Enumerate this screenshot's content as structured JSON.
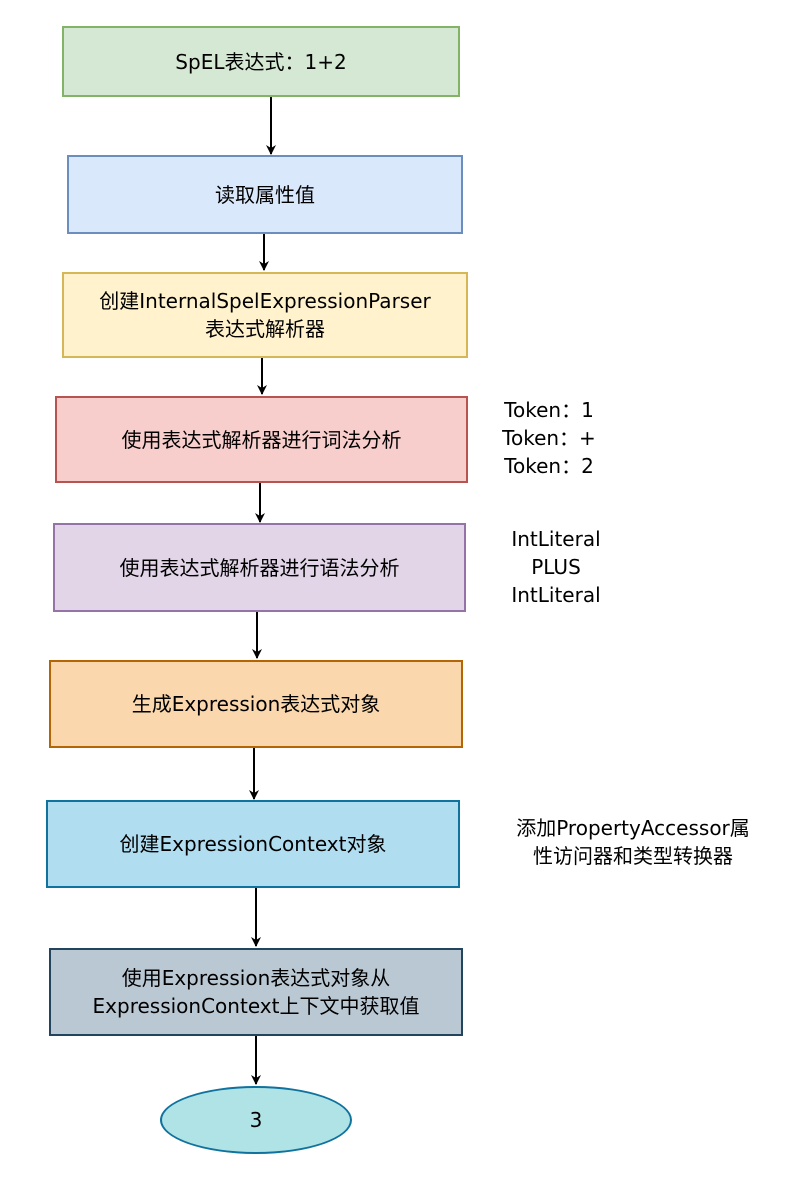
{
  "nodes": {
    "spel": {
      "text": "SpEL表达式：1+2",
      "fill": "#d5e8d4",
      "stroke": "#82b366"
    },
    "read": {
      "text": "读取属性值",
      "fill": "#dae8fc",
      "stroke": "#6c8ebf"
    },
    "create_parser": {
      "line1": "创建InternalSpelExpressionParser",
      "line2": "表达式解析器",
      "fill": "#fff2cc",
      "stroke": "#d6b656"
    },
    "lexical": {
      "text": "使用表达式解析器进行词法分析",
      "fill": "#f8cecc",
      "stroke": "#b85450"
    },
    "syntax": {
      "text": "使用表达式解析器进行语法分析",
      "fill": "#e1d5e7",
      "stroke": "#9673a6"
    },
    "gen_expression": {
      "text": "生成Expression表达式对象",
      "fill": "#fad7ac",
      "stroke": "#b46504"
    },
    "create_context": {
      "text": "创建ExpressionContext对象",
      "fill": "#b1ddf0",
      "stroke": "#10739e"
    },
    "get_value": {
      "line1": "使用Expression表达式对象从",
      "line2": "ExpressionContext上下文中获取值",
      "fill": "#bac8d3",
      "stroke": "#23445d"
    },
    "result": {
      "text": "3",
      "fill": "#b0e3e6",
      "stroke": "#10739e"
    }
  },
  "annotations": {
    "tokens": [
      "Token：1",
      "Token：+",
      "Token：2"
    ],
    "ast": [
      "IntLiteral",
      "PLUS",
      "IntLiteral"
    ],
    "context_note": [
      "添加PropertyAccessor属",
      "性访问器和类型转换器"
    ]
  }
}
